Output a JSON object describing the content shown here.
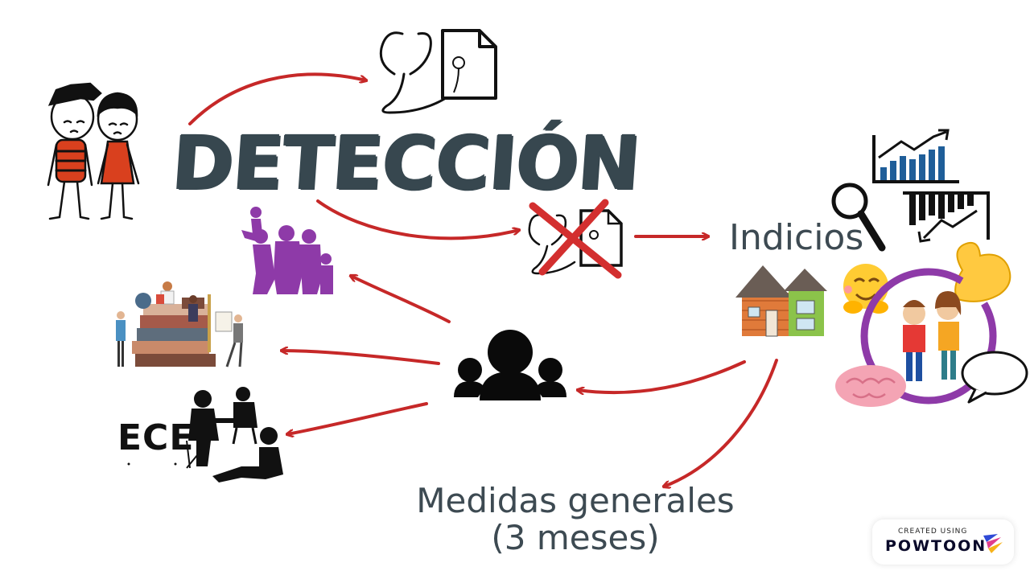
{
  "diagram": {
    "title": "DETECCIÓN",
    "indicios": "Indicios",
    "medidas_line1": "Medidas generales",
    "medidas_line2": "(3 meses)",
    "ece": "ECE"
  },
  "badge": {
    "created": "CREATED USING",
    "brand": "POWTOON"
  },
  "colors": {
    "arrow": "#c62828",
    "title": "#37474f",
    "text": "#3d4a52",
    "purple": "#8e3aa8",
    "chart_blue": "#1f5e99"
  },
  "icons": [
    "sad-children-icon",
    "stethoscope-icon",
    "document-icon",
    "crossed-stethoscope-document-icon",
    "family-silhouette-icon",
    "teachers-books-icon",
    "ece-professionals-icon",
    "group-icon",
    "house-icon",
    "magnifier-icon",
    "bar-chart-up-icon",
    "bar-chart-down-icon",
    "hugging-emoji-icon",
    "muscle-emoji-icon",
    "brain-icon",
    "speech-bubble-icon",
    "two-kids-icon"
  ]
}
